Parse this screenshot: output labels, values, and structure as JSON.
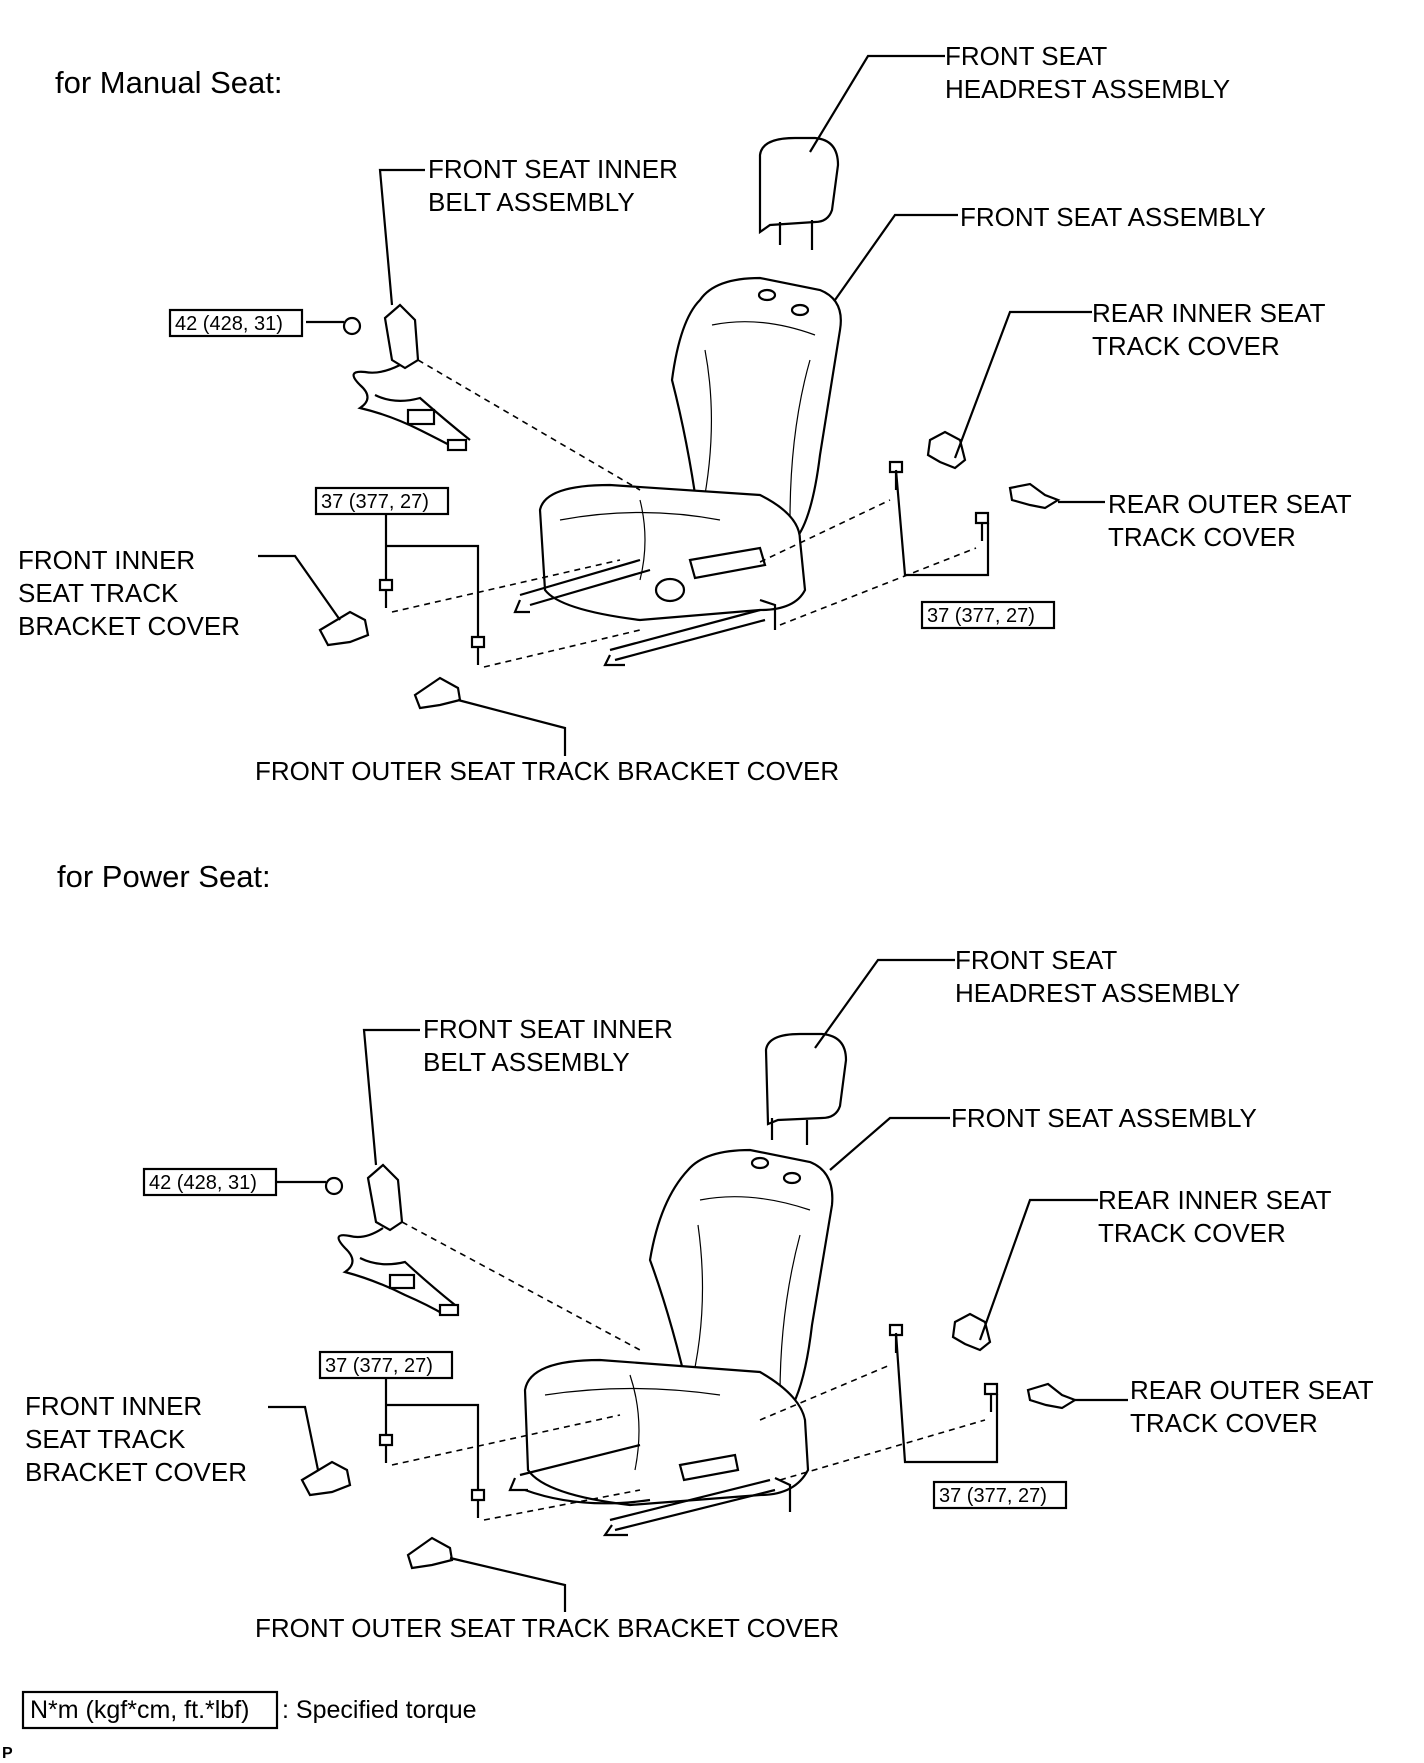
{
  "sections": [
    {
      "title": "for Manual Seat:",
      "labels": {
        "headrest": [
          "FRONT SEAT",
          "HEADREST ASSEMBLY"
        ],
        "belt": [
          "FRONT SEAT INNER",
          "BELT ASSEMBLY"
        ],
        "seat": [
          "FRONT SEAT ASSEMBLY"
        ],
        "rear_inner": [
          "REAR INNER SEAT",
          "TRACK COVER"
        ],
        "rear_outer": [
          "REAR OUTER SEAT",
          "TRACK COVER"
        ],
        "front_inner": [
          "FRONT INNER",
          "SEAT TRACK",
          "BRACKET COVER"
        ],
        "front_outer": [
          "FRONT OUTER SEAT TRACK BRACKET COVER"
        ]
      },
      "torques": {
        "belt": "42 (428, 31)",
        "front": "37 (377, 27)",
        "rear": "37 (377, 27)"
      }
    },
    {
      "title": "for Power Seat:",
      "labels": {
        "headrest": [
          "FRONT SEAT",
          "HEADREST ASSEMBLY"
        ],
        "belt": [
          "FRONT SEAT INNER",
          "BELT ASSEMBLY"
        ],
        "seat": [
          "FRONT SEAT ASSEMBLY"
        ],
        "rear_inner": [
          "REAR INNER SEAT",
          "TRACK COVER"
        ],
        "rear_outer": [
          "REAR OUTER SEAT",
          "TRACK COVER"
        ],
        "front_inner": [
          "FRONT INNER",
          "SEAT TRACK",
          "BRACKET COVER"
        ],
        "front_outer": [
          "FRONT OUTER SEAT TRACK BRACKET COVER"
        ]
      },
      "torques": {
        "belt": "42 (428, 31)",
        "front": "37 (377, 27)",
        "rear": "37 (377, 27)"
      }
    }
  ],
  "legend": {
    "unit_box": "N*m (kgf*cm, ft.*lbf)",
    "text": ": Specified torque"
  },
  "corner_mark": "P"
}
